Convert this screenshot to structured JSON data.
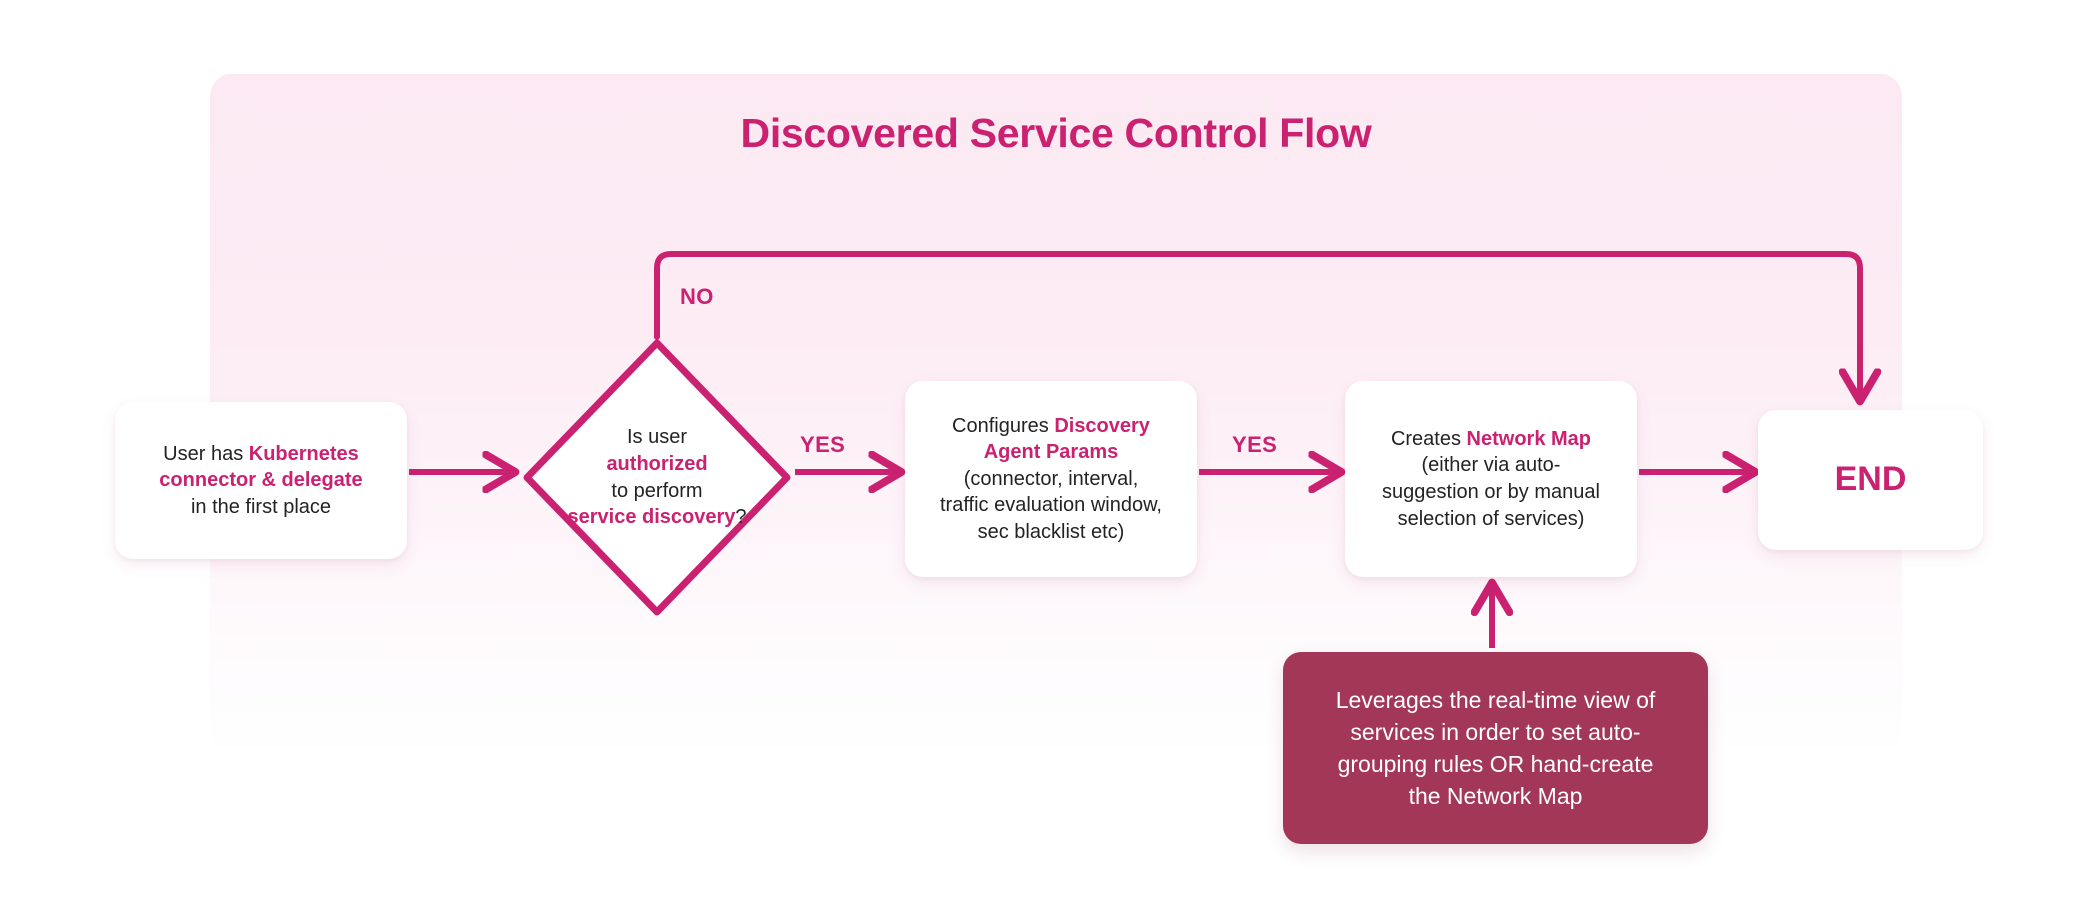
{
  "diagram": {
    "title": "Discovered Service Control Flow",
    "accent_color": "#ca2171",
    "panel_color": "#fce9f3",
    "callout_color": "#a33758",
    "text_color": "#232323"
  },
  "nodes": {
    "start": {
      "id": "start",
      "shape": "rounded-rect",
      "line1_plain": "User has ",
      "line1_highlight": "Kubernetes",
      "line2_highlight": "connector & delegate",
      "line3_plain": "in the first place"
    },
    "decision": {
      "id": "decision",
      "shape": "diamond",
      "line1_plain": "Is user",
      "line2_highlight": "authorized",
      "line3_plain": "to perform",
      "line4_highlight": "service discovery",
      "line4_suffix": "?"
    },
    "params": {
      "id": "params",
      "shape": "rounded-rect",
      "line1_plain": "Configures ",
      "line1_highlight": "Discovery",
      "line2_highlight": "Agent Params",
      "line3_plain": "(connector, interval,",
      "line4_plain": "traffic evaluation window,",
      "line5_plain": "sec blacklist etc)"
    },
    "netmap": {
      "id": "netmap",
      "shape": "rounded-rect",
      "line1_plain": "Creates ",
      "line1_highlight": "Network Map",
      "line2_plain": "(either via auto-",
      "line3_plain": "suggestion or by manual",
      "line4_plain": "selection of services)"
    },
    "end": {
      "id": "end",
      "shape": "rounded-rect",
      "label": "END"
    },
    "callout": {
      "id": "callout",
      "shape": "rounded-rect-filled",
      "line1": "Leverages the real-time view of",
      "line2": "services in order to set auto-",
      "line3": "grouping rules OR hand-create",
      "line4": "the Network Map"
    }
  },
  "edges": [
    {
      "from": "start",
      "to": "decision",
      "label": "",
      "direction": "right"
    },
    {
      "from": "decision",
      "to": "params",
      "label": "YES",
      "direction": "right"
    },
    {
      "from": "decision",
      "to": "end",
      "label": "NO",
      "direction": "up-right-down"
    },
    {
      "from": "params",
      "to": "netmap",
      "label": "YES",
      "direction": "right"
    },
    {
      "from": "netmap",
      "to": "end",
      "label": "",
      "direction": "right"
    },
    {
      "from": "callout",
      "to": "netmap",
      "label": "",
      "direction": "up"
    }
  ],
  "edge_labels": {
    "no": "NO",
    "yes_1": "YES",
    "yes_2": "YES"
  }
}
